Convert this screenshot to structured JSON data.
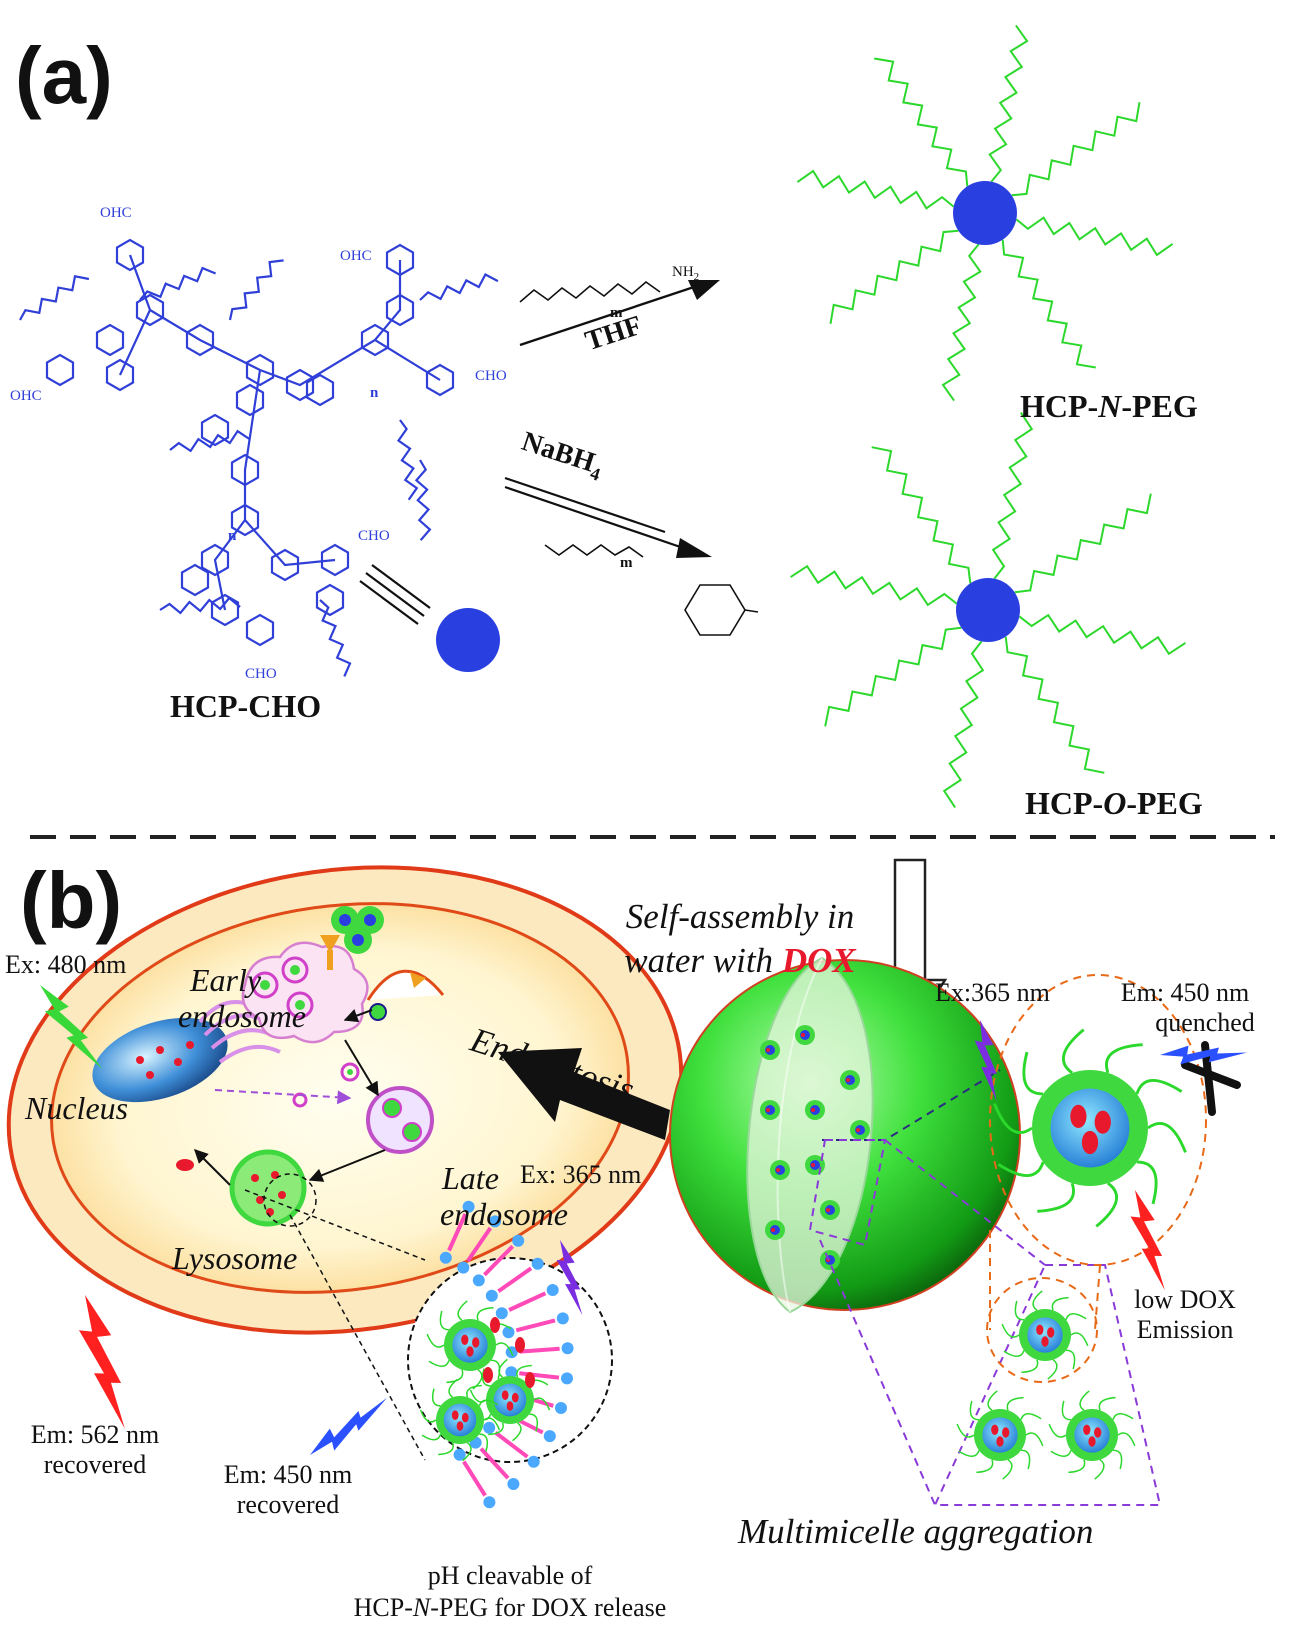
{
  "panels": {
    "a": "(a)",
    "b": "(b)"
  },
  "part_a": {
    "hcp_cho": "HCP-CHO",
    "hcp_n_peg": {
      "prefix": "HCP-",
      "mid": "N",
      "suffix": "-PEG"
    },
    "hcp_o_peg": {
      "prefix": "HCP-",
      "mid": "O",
      "suffix": "-PEG"
    },
    "reagent_thf": "THF",
    "reagent_nabh4": "NaBH",
    "reagent_nabh4_sub": "4",
    "nh_label": "NH",
    "nh2_label": "NH",
    "nh2_sub": "2",
    "m_label": "m",
    "n_label": "n",
    "cho_label": "CHO",
    "ohc_label": "OHC",
    "o_label": "O"
  },
  "part_b": {
    "self_assembly_line1": "Self-assembly in",
    "self_assembly_line2": "water with ",
    "self_assembly_dox": "DOX",
    "ex480": "Ex: 480 nm",
    "early_endosome_1": "Early",
    "early_endosome_2": "endosome",
    "endocytosis": "Endocytosis",
    "nucleus": "Nucleus",
    "late_endosome_1": "Late",
    "late_endosome_2": "endosome",
    "lysosome": "Lysosome",
    "ex365_b": "Ex: 365 nm",
    "ex365_top": "Ex:365 nm",
    "em450_quenched_1": "Em: 450 nm",
    "em450_quenched_2": "quenched",
    "low_dox_1": "low DOX",
    "low_dox_2": "Emission",
    "em562_1": "Em: 562 nm",
    "em562_2": "recovered",
    "em450_rec_1": "Em: 450 nm",
    "em450_rec_2": "recovered",
    "ph_1": "pH cleavable of",
    "ph_2_prefix": "HCP-",
    "ph_2_mid": "N",
    "ph_2_suffix": "-PEG for DOX release",
    "multimicelle": "Multimicelle aggregation"
  },
  "colors": {
    "polymer_blue": "#2f3fd8",
    "peg_green": "#2bd82b",
    "core_blue": "#2a3fe0",
    "dox_red": "#e8192c",
    "orange_ring": "#e86a18",
    "lightning_green": "#39d839",
    "lightning_red": "#ff2020",
    "lightning_purple": "#7a2ee0",
    "lightning_blue": "#2a50ff"
  },
  "icons": [
    "lightning-icon",
    "arrow-icon",
    "micelle-icon",
    "cross-icon"
  ]
}
